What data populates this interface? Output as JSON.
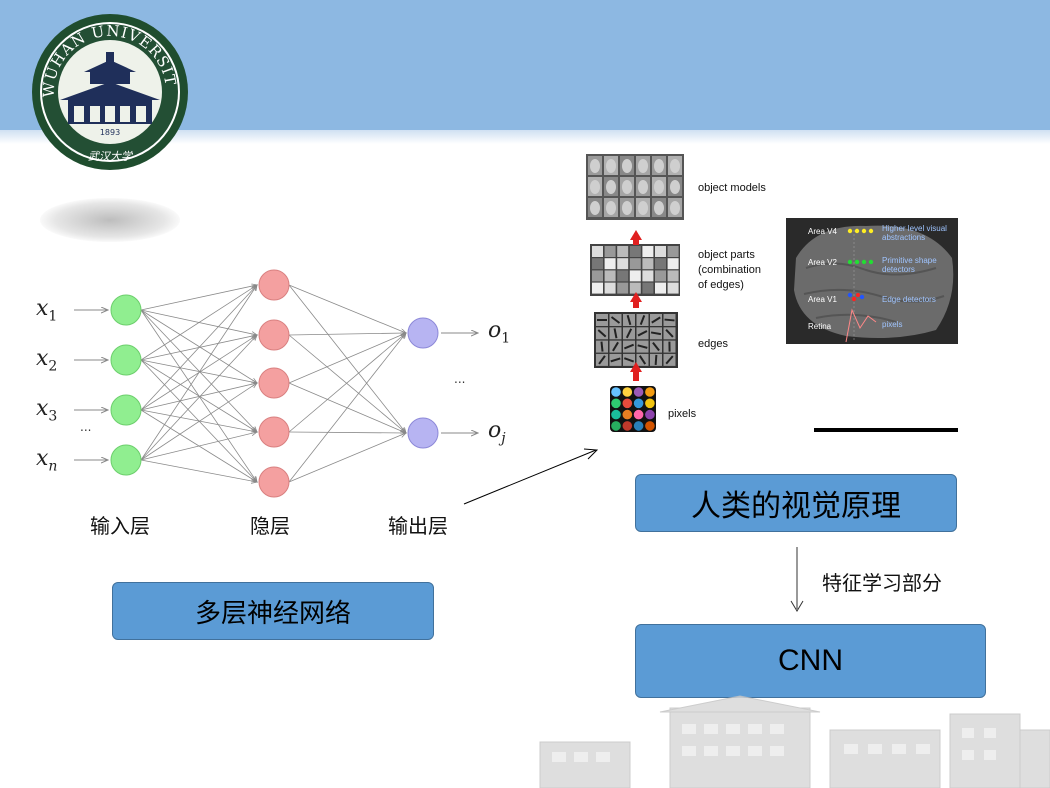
{
  "logo": {
    "text": "WUHAN UNIVERSITY",
    "year": "1893",
    "script": "武汉大学"
  },
  "network": {
    "inputs": [
      {
        "base": "x",
        "sub": "1"
      },
      {
        "base": "x",
        "sub": "2"
      },
      {
        "base": "x",
        "sub": "3"
      },
      {
        "base": "x",
        "sub": "n"
      }
    ],
    "input_ellipsis": "...",
    "outputs": [
      {
        "base": "o",
        "sub": "1"
      },
      {
        "base": "o",
        "sub": "j"
      }
    ],
    "output_ellipsis": "...",
    "layer_labels": {
      "input": "输入层",
      "hidden": "隐层",
      "output": "输出层"
    },
    "colors": {
      "input": "#90ee90",
      "hidden": "#f4a0a0",
      "output": "#b7b4f2"
    }
  },
  "boxes": {
    "multilayer": "多层神经网络",
    "human_vision": "人类的视觉原理",
    "cnn": "CNN"
  },
  "feature_learning": "特征学习部分",
  "hierarchy": {
    "levels": [
      "object models",
      "object parts\n(combination\nof edges)",
      "edges",
      "pixels"
    ]
  },
  "brain": {
    "areas": [
      "Area V4",
      "Area V2",
      "Area V1",
      "Retina"
    ],
    "descriptions": [
      "Higher level visual abstractions",
      "Primitive shape detectors",
      "Edge detectors",
      "pixels"
    ]
  },
  "accent": {
    "box": "#5b9bd5",
    "header": "#8db8e2",
    "arrow_red": "#e02020"
  }
}
